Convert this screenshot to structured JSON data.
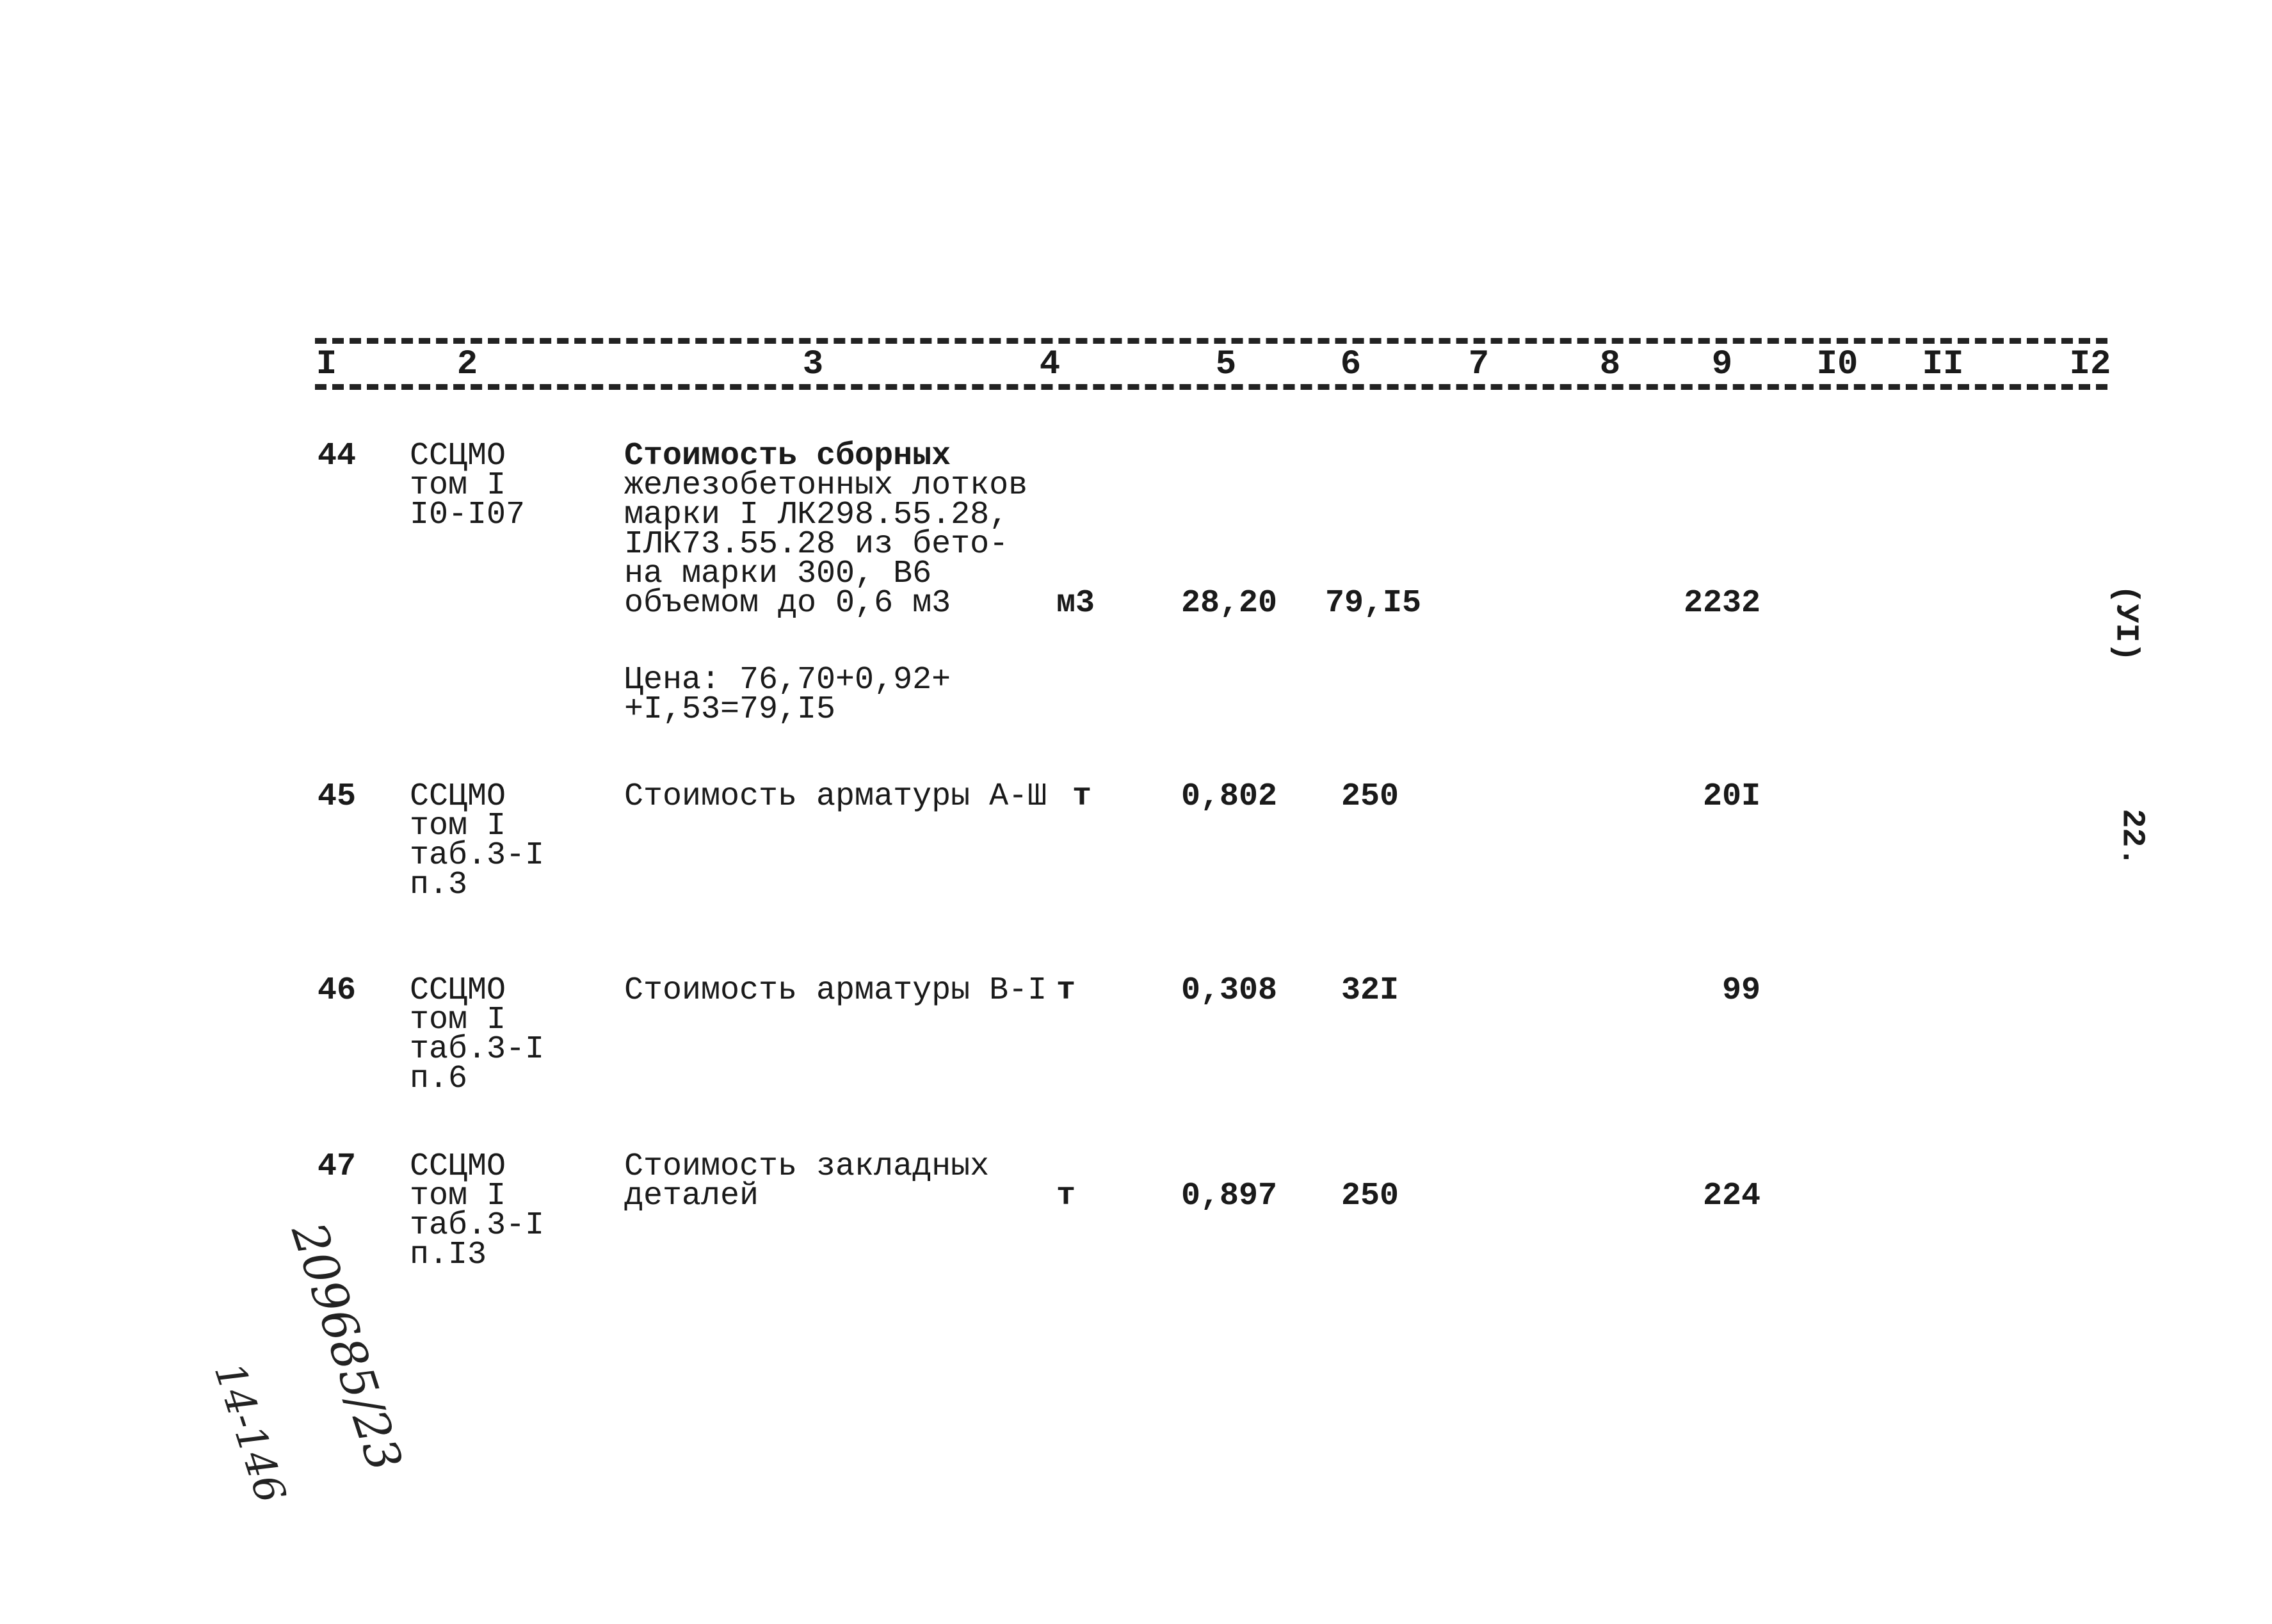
{
  "header": {
    "columns": [
      "I",
      "2",
      "3",
      "4",
      "5",
      "6",
      "7",
      "8",
      "9",
      "I0",
      "II",
      "I2"
    ]
  },
  "rows": [
    {
      "no": "44",
      "ref": [
        "ССЦМО",
        "том I",
        "I0-I07"
      ],
      "desc": [
        "Стоимость сборных",
        "железобетонных лотков",
        "марки I ЛК298.55.28,",
        "IЛК73.55.28 из бето-",
        "на марки 300, В6",
        "объемом до 0,6 м3"
      ],
      "price_note": [
        "Цена: 76,70+0,92+",
        "+I,53=79,I5"
      ],
      "unit": "м3",
      "qty": "28,20",
      "price": "79,I5",
      "total": "2232"
    },
    {
      "no": "45",
      "ref": [
        "ССЦМО",
        "том I",
        "таб.3-I",
        "п.3"
      ],
      "desc": [
        "Стоимость арматуры А-Ш"
      ],
      "unit": "т",
      "qty": "0,802",
      "price": "250",
      "total": "20I"
    },
    {
      "no": "46",
      "ref": [
        "ССЦМО",
        "том I",
        "таб.3-I",
        "п.6"
      ],
      "desc": [
        "Стоимость арматуры В-I"
      ],
      "unit": "т",
      "qty": "0,308",
      "price": "32I",
      "total": "99"
    },
    {
      "no": "47",
      "ref": [
        "ССЦМО",
        "том I",
        "таб.3-I",
        "п.I3"
      ],
      "desc": [
        "Стоимость закладных",
        "деталей"
      ],
      "unit": "т",
      "qty": "0,897",
      "price": "250",
      "total": "224"
    }
  ],
  "side_labels": {
    "sheet_code": "(УI)",
    "page_no": "22."
  },
  "handwritten": {
    "line1": "209685/23",
    "line2": "14-146"
  }
}
